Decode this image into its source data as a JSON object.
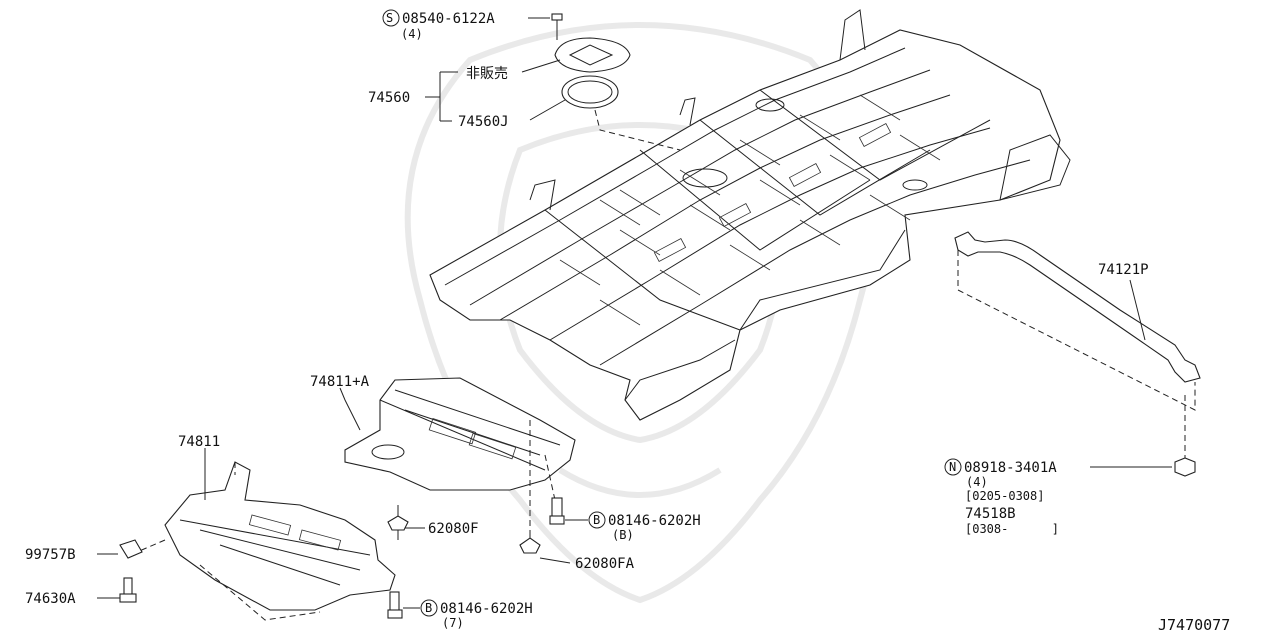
{
  "diagram_code": "J7470077",
  "callouts": {
    "screw_s": {
      "prefix": "S",
      "part": "08540-6122A",
      "qty": "(4)"
    },
    "not_for_sale": "非販売",
    "assembly_74560": "74560",
    "part_74560J": "74560J",
    "part_74121P": "74121P",
    "part_74811A": "74811+A",
    "part_74811": "74811",
    "part_99757B": "99757B",
    "part_74630A": "74630A",
    "part_62080F": "62080F",
    "part_62080FA": "62080FA",
    "bolt_b1": {
      "prefix": "B",
      "part": "08146-6202H",
      "qty": "(B)"
    },
    "bolt_b2": {
      "prefix": "B",
      "part": "08146-6202H",
      "qty": "(7)"
    },
    "nut_n": {
      "prefix": "N",
      "part": "08918-3401A",
      "qty": "(4)",
      "range": "[0205-0308]"
    },
    "part_74518B": {
      "part": "74518B",
      "range": "[0308-      ]"
    }
  }
}
